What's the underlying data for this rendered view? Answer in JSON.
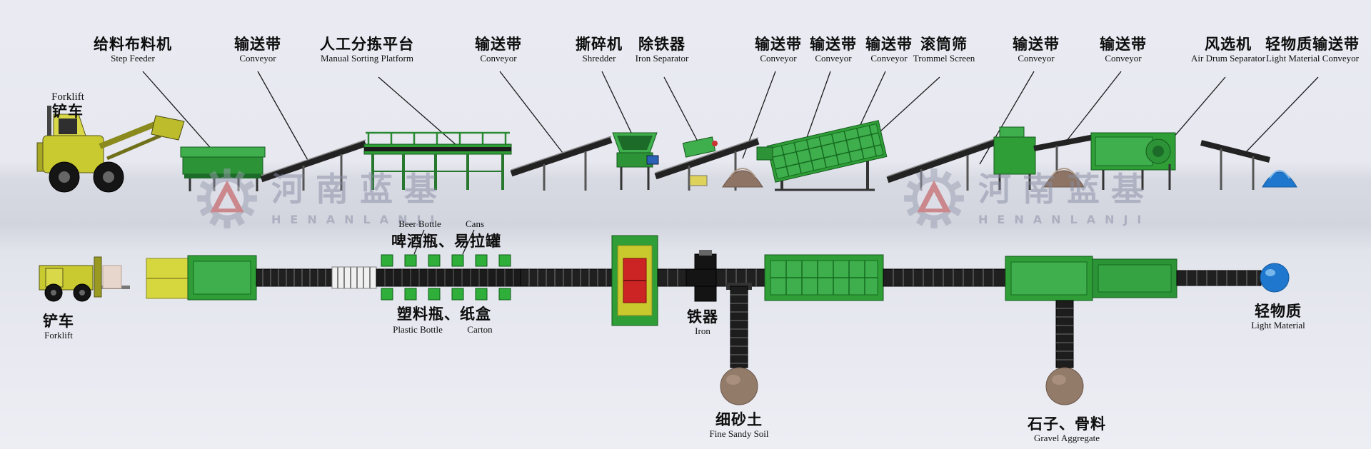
{
  "watermark": {
    "cn": "河南蓝基",
    "en": "HENANLANJI"
  },
  "labels": {
    "top": [
      {
        "cn": "给料布料机",
        "en": "Step Feeder"
      },
      {
        "cn": "输送带",
        "en": "Conveyor"
      },
      {
        "cn": "人工分拣平台",
        "en": "Manual Sorting Platform"
      },
      {
        "cn": "输送带",
        "en": "Conveyor"
      },
      {
        "cn": "撕碎机",
        "en": "Shredder"
      },
      {
        "cn": "除铁器",
        "en": "Iron Separator"
      },
      {
        "cn": "输送带",
        "en": "Conveyor"
      },
      {
        "cn": "输送带",
        "en": "Conveyor"
      },
      {
        "cn": "输送带",
        "en": "Conveyor"
      },
      {
        "cn": "滚筒筛",
        "en": "Trommel Screen"
      },
      {
        "cn": "输送带",
        "en": "Conveyor"
      },
      {
        "cn": "输送带",
        "en": "Conveyor"
      },
      {
        "cn": "风选机",
        "en": "Air Drum Separator"
      },
      {
        "cn": "轻物质输送带",
        "en": "Light Material Conveyor"
      }
    ],
    "forklift_top": {
      "en": "Forklift",
      "cn": "铲车"
    },
    "forklift_bottom": {
      "cn": "铲车",
      "en": "Forklift"
    },
    "outputs": {
      "beer_bottle_en": "Beer Bottle",
      "cans_en": "Cans",
      "beer_cans_cn": "啤酒瓶、易拉罐",
      "plastic_carton_cn": "塑料瓶、纸盒",
      "plastic_en": "Plastic Bottle",
      "carton_en": "Carton",
      "iron_cn": "铁器",
      "iron_en": "Iron",
      "fine_soil_cn": "细砂土",
      "fine_soil_en": "Fine Sandy Soil",
      "gravel_cn": "石子、骨料",
      "gravel_en": "Gravel Aggregate",
      "light_cn": "轻物质",
      "light_en": "Light Material"
    }
  },
  "colors": {
    "machine_green": "#2f9e37",
    "machine_green_light": "#3fae4c",
    "belt_dark": "#202020",
    "forklift_yellow": "#c9c930",
    "pile_brown": "#8d7464",
    "cone_blue": "#1f78cd",
    "watermark_grey": "#878ca2",
    "watermark_red": "#c23b3b"
  }
}
